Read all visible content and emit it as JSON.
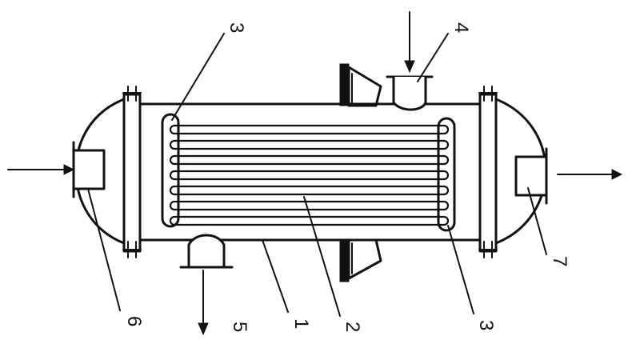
{
  "labels": {
    "shell": "1",
    "tube_bundle": "2",
    "tube_sheet_left": "3",
    "tube_sheet_right": "3",
    "shell_inlet": "4",
    "shell_outlet": "5",
    "tube_inlet": "6",
    "tube_outlet": "7"
  },
  "colors": {
    "ink": "#111111",
    "background": "#ffffff"
  }
}
